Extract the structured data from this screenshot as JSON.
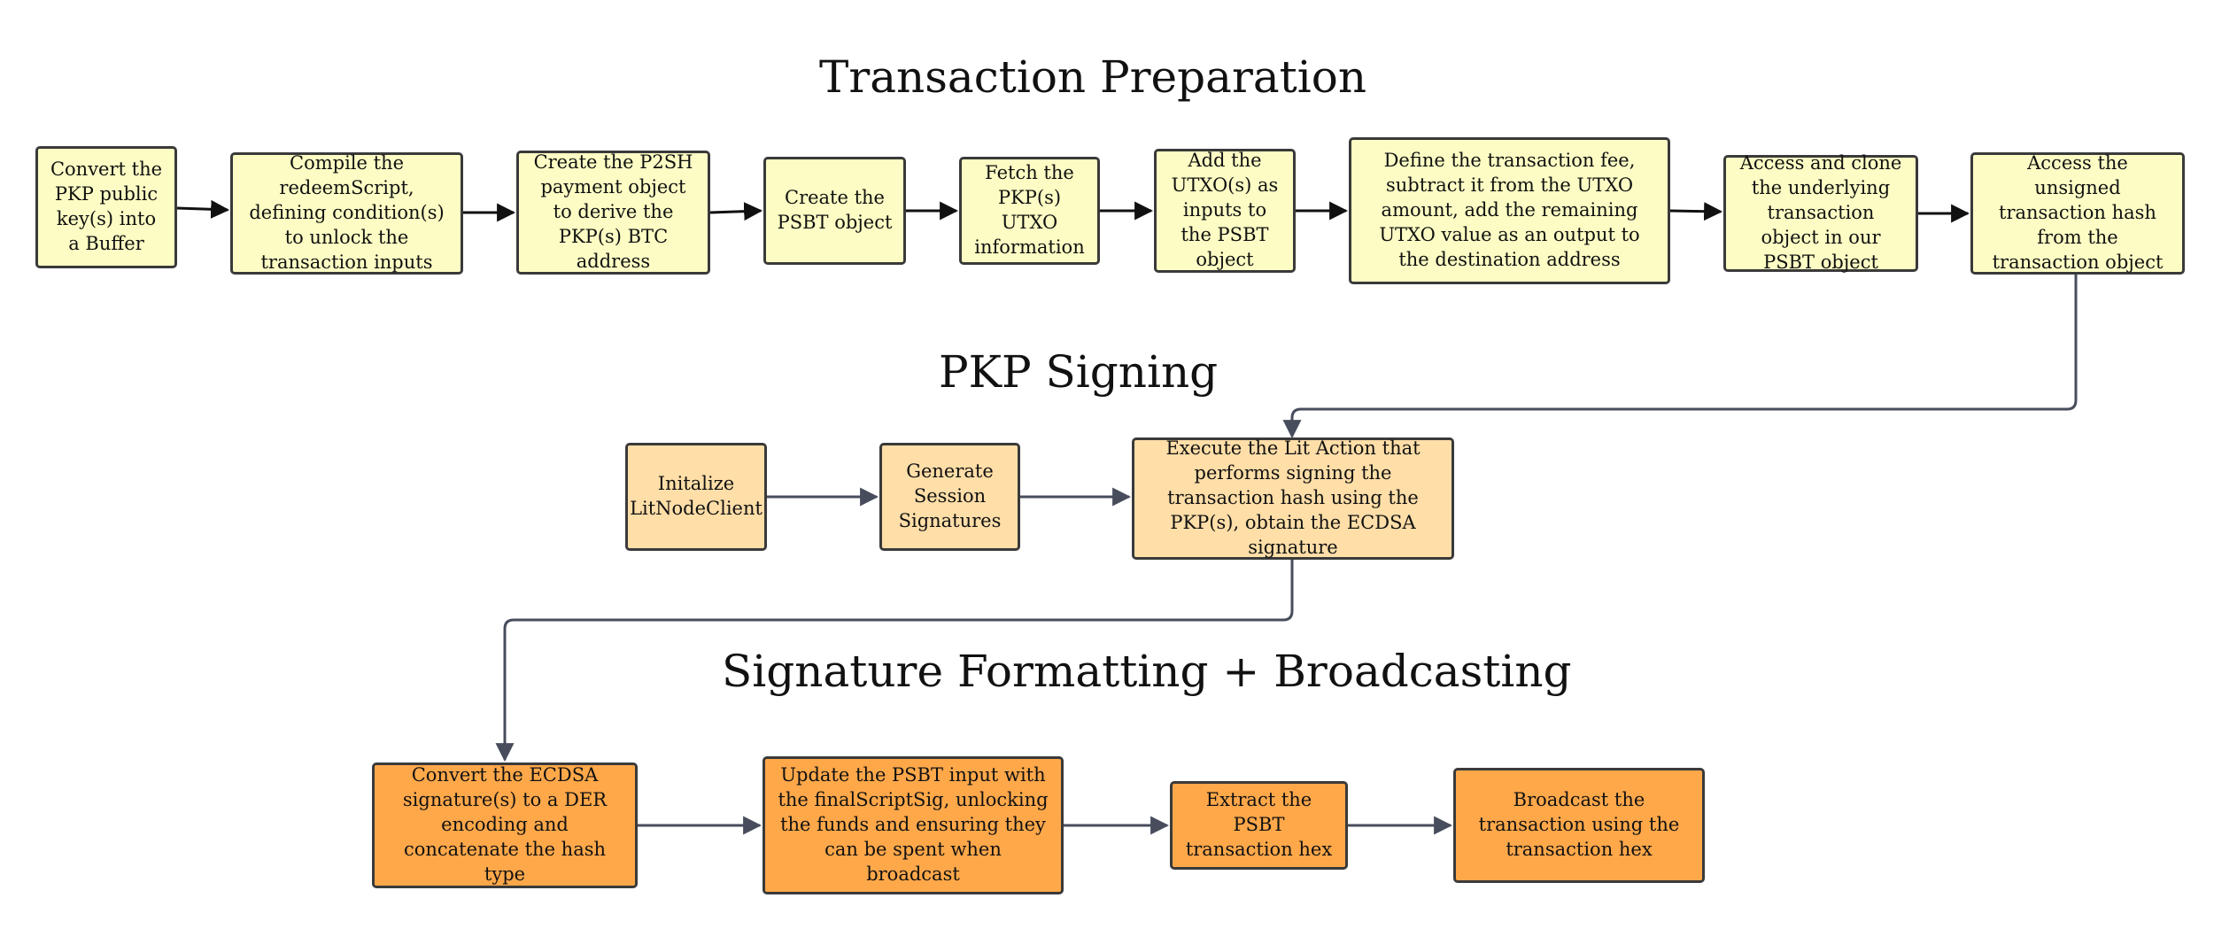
{
  "colors": {
    "prep_fill": "#fcfcc4",
    "sign_fill": "#ffdea8",
    "broadcast_fill": "#ffa84a",
    "stroke": "#3a3a3a",
    "connector": "#474d5c"
  },
  "sections": {
    "prep": {
      "title": "Transaction Preparation",
      "steps": [
        "Convert the PKP public key(s) into a Buffer",
        "Compile the redeemScript, defining condition(s) to unlock the transaction inputs",
        "Create the P2SH payment object to derive the PKP(s) BTC address",
        "Create the PSBT object",
        "Fetch the PKP(s) UTXO information",
        "Add the UTXO(s) as inputs to the PSBT object",
        "Define the transaction fee, subtract it from the UTXO amount, add the remaining UTXO value as an output to the destination address",
        "Access and clone the underlying transaction object in our PSBT object",
        "Access the unsigned transaction hash from the transaction object"
      ]
    },
    "signing": {
      "title": "PKP Signing",
      "steps": [
        "Initalize LitNodeClient",
        "Generate Session Signatures",
        "Execute the Lit Action that performs signing the transaction hash using the PKP(s), obtain the ECDSA signature"
      ]
    },
    "broadcast": {
      "title": "Signature Formatting + Broadcasting",
      "steps": [
        "Convert the ECDSA signature(s) to a DER encoding and concatenate the hash type",
        "Update the PSBT input with the finalScriptSig, unlocking the funds and ensuring they can be spent when broadcast",
        "Extract the PSBT transaction hex",
        "Broadcast the transaction using the transaction hex"
      ]
    }
  }
}
